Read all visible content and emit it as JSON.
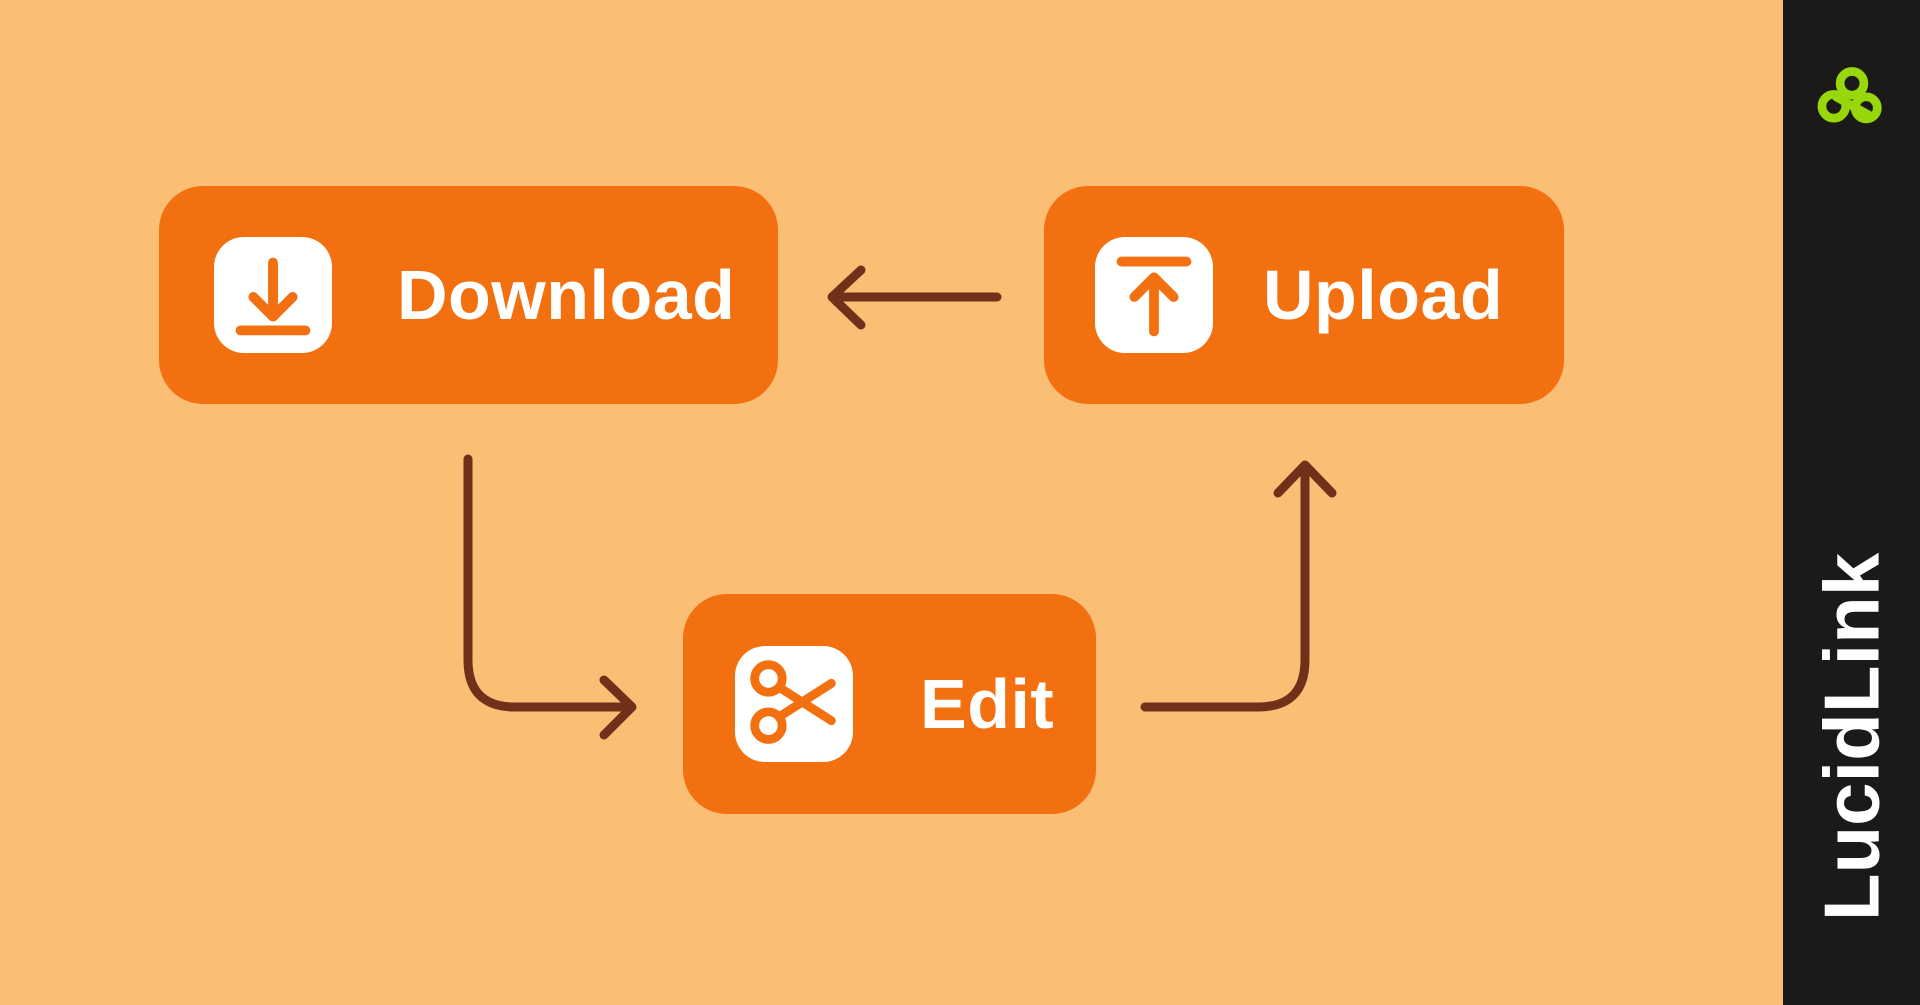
{
  "workflow": {
    "nodes": [
      {
        "id": "download",
        "label": "Download",
        "icon": "download-arrow-icon"
      },
      {
        "id": "upload",
        "label": "Upload",
        "icon": "upload-arrow-icon"
      },
      {
        "id": "edit",
        "label": "Edit",
        "icon": "scissors-icon"
      }
    ],
    "edges": [
      {
        "from": "upload",
        "to": "download",
        "shape": "straight-left"
      },
      {
        "from": "download",
        "to": "edit",
        "shape": "down-then-right"
      },
      {
        "from": "edit",
        "to": "upload",
        "shape": "right-then-up"
      }
    ]
  },
  "brand": {
    "name": "LucidLink",
    "logo": "cloud-infinity-icon"
  },
  "colors": {
    "background": "#FBBE75",
    "node_fill": "#F2700F",
    "node_text": "#FFFFFF",
    "icon_tile": "#FFFFFF",
    "icon_stroke": "#F2700F",
    "arrow": "#70301A",
    "sidebar": "#1B1A19",
    "logo_green": "#97D70C",
    "brand_text": "#FFFFFF"
  }
}
